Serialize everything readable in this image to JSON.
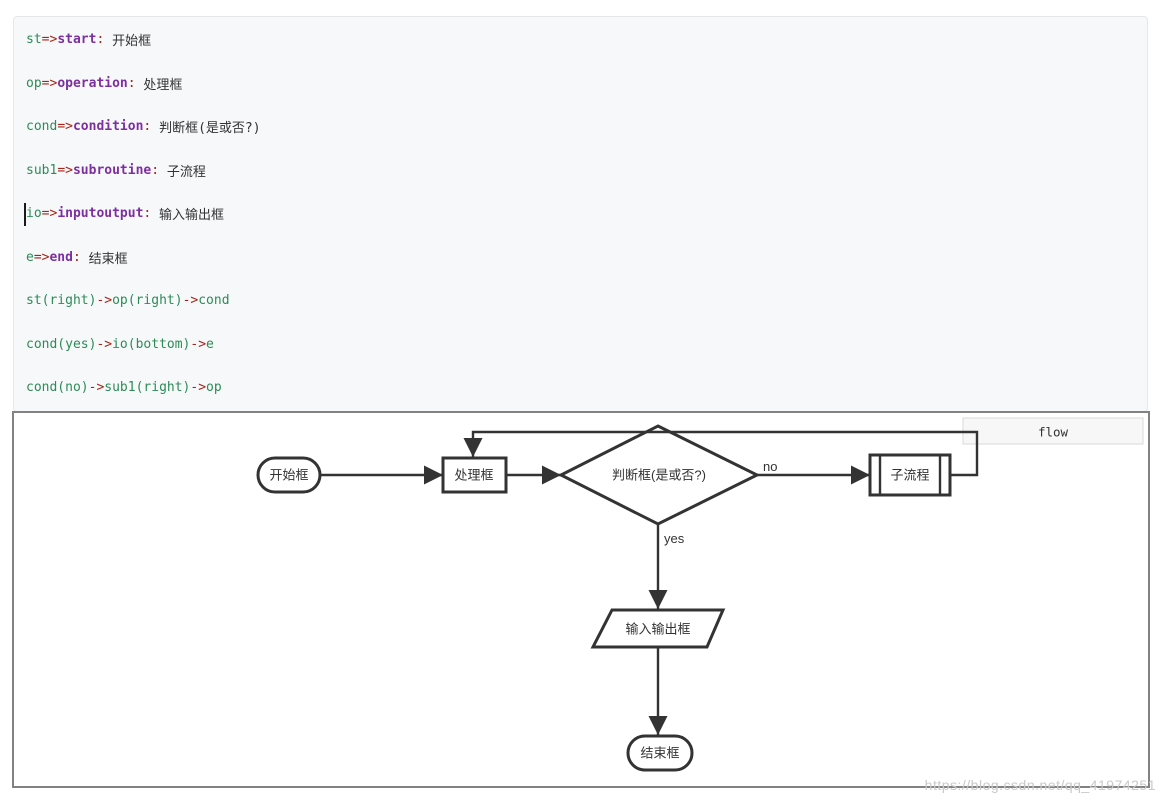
{
  "code": {
    "lines": [
      [
        {
          "c": "id",
          "t": "st"
        },
        {
          "c": "op",
          "t": "=>"
        },
        {
          "c": "kw",
          "t": "start"
        },
        {
          "c": "pn",
          "t": ":"
        },
        {
          "c": "tx",
          "t": " 开始框"
        }
      ],
      [
        {
          "c": "id",
          "t": "op"
        },
        {
          "c": "op",
          "t": "=>"
        },
        {
          "c": "kw",
          "t": "operation"
        },
        {
          "c": "pn",
          "t": ":"
        },
        {
          "c": "tx",
          "t": " 处理框"
        }
      ],
      [
        {
          "c": "id",
          "t": "cond"
        },
        {
          "c": "op",
          "t": "=>"
        },
        {
          "c": "kw",
          "t": "condition"
        },
        {
          "c": "pn",
          "t": ":"
        },
        {
          "c": "tx",
          "t": " 判断框(是或否?)"
        }
      ],
      [
        {
          "c": "id",
          "t": "sub1"
        },
        {
          "c": "op",
          "t": "=>"
        },
        {
          "c": "kw",
          "t": "subroutine"
        },
        {
          "c": "pn",
          "t": ":"
        },
        {
          "c": "tx",
          "t": " 子流程"
        }
      ],
      [
        {
          "c": "id",
          "t": "io"
        },
        {
          "c": "op",
          "t": "=>"
        },
        {
          "c": "kw",
          "t": "inputoutput"
        },
        {
          "c": "pn",
          "t": ":"
        },
        {
          "c": "tx",
          "t": " 输入输出框"
        }
      ],
      [
        {
          "c": "id",
          "t": "e"
        },
        {
          "c": "op",
          "t": "=>"
        },
        {
          "c": "kw",
          "t": "end"
        },
        {
          "c": "pn",
          "t": ":"
        },
        {
          "c": "tx",
          "t": " 结束框"
        }
      ],
      [
        {
          "c": "id",
          "t": "st(right)"
        },
        {
          "c": "op",
          "t": "->"
        },
        {
          "c": "id",
          "t": "op(right)"
        },
        {
          "c": "op",
          "t": "->"
        },
        {
          "c": "id",
          "t": "cond"
        }
      ],
      [
        {
          "c": "id",
          "t": "cond(yes)"
        },
        {
          "c": "op",
          "t": "->"
        },
        {
          "c": "id",
          "t": "io(bottom)"
        },
        {
          "c": "op",
          "t": "->"
        },
        {
          "c": "id",
          "t": "e"
        }
      ],
      [
        {
          "c": "id",
          "t": "cond(no)"
        },
        {
          "c": "op",
          "t": "->"
        },
        {
          "c": "id",
          "t": "sub1(right)"
        },
        {
          "c": "op",
          "t": "->"
        },
        {
          "c": "id",
          "t": "op"
        }
      ]
    ]
  },
  "flowchart": {
    "tab_label": "flow",
    "nodes": {
      "start": "开始框",
      "operation": "处理框",
      "condition": "判断框(是或否?)",
      "subroutine": "子流程",
      "inputoutput": "输入输出框",
      "end": "结束框"
    },
    "edge_labels": {
      "yes": "yes",
      "no": "no"
    }
  },
  "watermark": "https://blog.csdn.net/qq_41974251",
  "colors": {
    "code_identifier": "#2e8b57",
    "code_operator": "#a82315",
    "code_keyword": "#7d2fa0",
    "diagram_stroke": "#333333",
    "panel_border": "#828282",
    "code_background": "#f6f8fa",
    "tab_background": "#f7f7f7",
    "watermark_gray": "#c9c9c9"
  }
}
